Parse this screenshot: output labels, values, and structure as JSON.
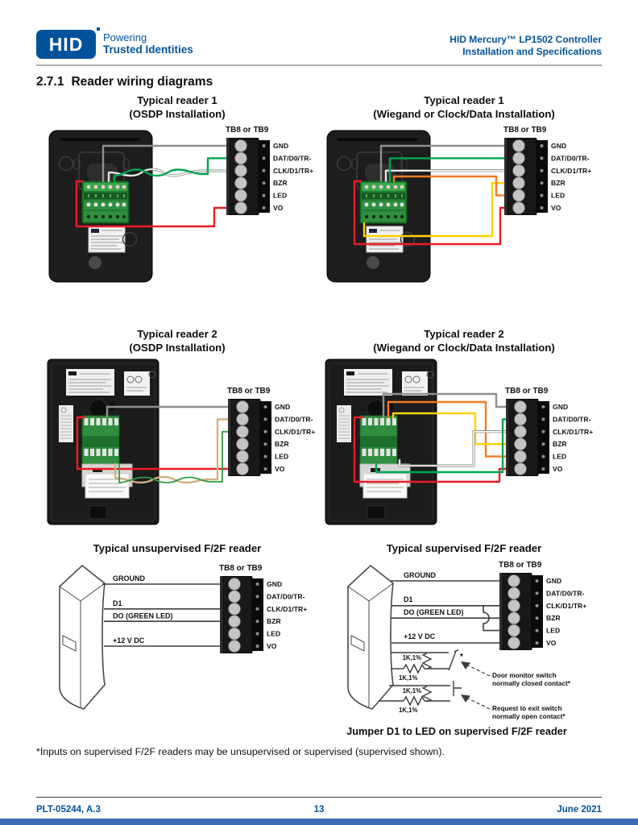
{
  "header": {
    "logo_text": "HID",
    "tagline1": "Powering",
    "tagline2": "Trusted Identities",
    "doc_title1": "HID Mercury™ LP1502 Controller",
    "doc_title2": "Installation and Specifications"
  },
  "section": {
    "number": "2.7.1",
    "title": "Reader wiring diagrams"
  },
  "tb": {
    "label": "TB8 or TB9",
    "terminals": [
      "GND",
      "DAT/D0/TR-",
      "CLK/D1/TR+",
      "BZR",
      "LED",
      "VO"
    ]
  },
  "diagrams": [
    {
      "title1": "Typical reader 1",
      "title2": "(OSDP Installation)",
      "connections": [
        {
          "color": "gray",
          "to": "GND"
        },
        {
          "color": "green",
          "to": "DAT/D0/TR-",
          "twisted_pair": true
        },
        {
          "color": "white",
          "to": "CLK/D1/TR+",
          "twisted_pair": true
        },
        {
          "color": "red",
          "to": "VO"
        }
      ]
    },
    {
      "title1": "Typical reader 1",
      "title2": "(Wiegand or Clock/Data Installation)",
      "connections": [
        {
          "color": "gray",
          "to": "GND"
        },
        {
          "color": "green",
          "to": "DAT/D0/TR-"
        },
        {
          "color": "white",
          "to": "CLK/D1/TR+"
        },
        {
          "color": "yellow",
          "to": "BZR"
        },
        {
          "color": "orange",
          "to": "LED"
        },
        {
          "color": "red",
          "to": "VO"
        }
      ]
    },
    {
      "title1": "Typical reader 2",
      "title2": "(OSDP Installation)",
      "connections": [
        {
          "color": "gray",
          "to": "GND"
        },
        {
          "color": "tan",
          "to": "DAT/D0/TR-",
          "twisted_pair": true
        },
        {
          "color": "green",
          "to": "CLK/D1/TR+",
          "twisted_pair": true
        },
        {
          "color": "red",
          "to": "VO"
        }
      ]
    },
    {
      "title1": "Typical reader 2",
      "title2": "(Wiegand or Clock/Data Installation)",
      "connections": [
        {
          "color": "gray",
          "to": "GND"
        },
        {
          "color": "green",
          "to": "DAT/D0/TR-"
        },
        {
          "color": "white",
          "to": "CLK/D1/TR+"
        },
        {
          "color": "yellow",
          "to": "BZR"
        },
        {
          "color": "orange",
          "to": "LED"
        },
        {
          "color": "red",
          "to": "VO"
        }
      ]
    },
    {
      "title1": "Typical unsupervised F/2F reader",
      "title2": "",
      "connections": [
        {
          "label": "GROUND",
          "to": "GND"
        },
        {
          "label": "D1",
          "to": "CLK/D1/TR+"
        },
        {
          "label": "DO (GREEN LED)",
          "to": "BZR"
        },
        {
          "label": "+12 V DC",
          "to": "VO"
        }
      ]
    },
    {
      "title1": "Typical supervised F/2F reader",
      "title2": "",
      "connections": [
        {
          "label": "GROUND",
          "to": "GND"
        },
        {
          "label": "D1",
          "to": "CLK/D1/TR+"
        },
        {
          "label": "DO (GREEN LED)",
          "to": "BZR"
        },
        {
          "label": "+12 V DC",
          "to": "VO"
        },
        {
          "label": "Jumper",
          "from": "D1",
          "to": "LED"
        }
      ]
    }
  ],
  "f2f": {
    "wire_labels": [
      "GROUND",
      "D1",
      "DO (GREEN LED)",
      "+12 V DC"
    ],
    "resistor": "1K,1%",
    "asterisk": "*",
    "door_monitor": [
      "Door monitor switch",
      "normally closed contact*"
    ],
    "rex": [
      "Request to exit switch",
      "normally open contact*"
    ],
    "jumper_note": "Jumper D1 to LED on supervised F/2F reader"
  },
  "footnote": "*Inputs on supervised F/2F readers may be unsupervised or supervised (supervised shown).",
  "footer": {
    "doc_number": "PLT-05244, A.3",
    "page": "13",
    "date": "June 2021"
  },
  "colors": {
    "brand_blue": "#00539b",
    "bottom_bar_blue": "#3c69b0",
    "wire_gray": "#8f8f8f",
    "wire_green": "#00a651",
    "wire_white": "#ffffff",
    "wire_red": "#ec1c24",
    "wire_yellow": "#ffd100",
    "wire_orange": "#f47b20",
    "wire_tan": "#d2b183",
    "wire_black": "#3d3d3d"
  }
}
